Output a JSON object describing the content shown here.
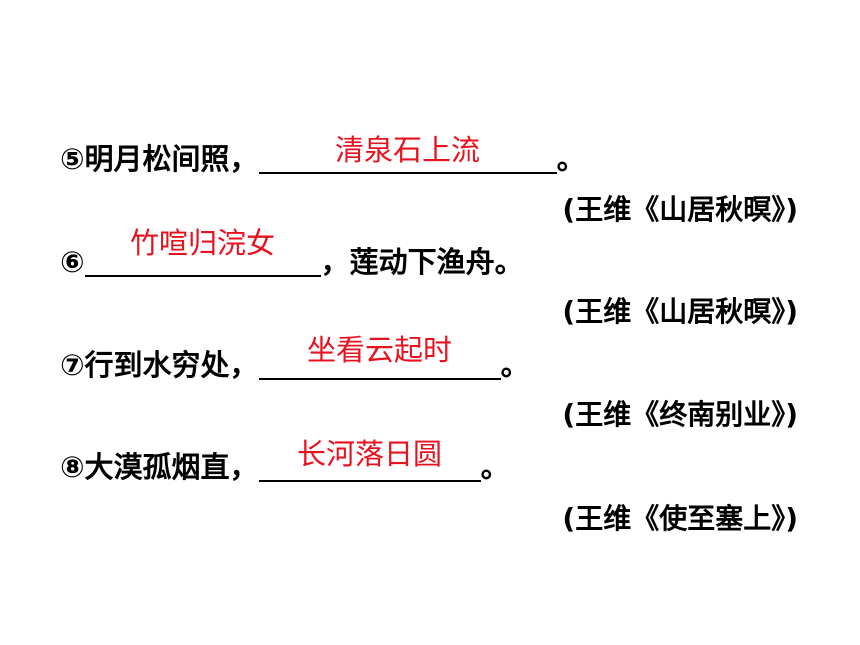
{
  "colors": {
    "answer": "#e8121f",
    "text": "#000000"
  },
  "items": [
    {
      "before": "⑤明月松间照，",
      "answer": "清泉石上流",
      "after": "。",
      "source": "(王维《山居秋暝》)"
    },
    {
      "before": "⑥",
      "answer": "竹喧归浣女",
      "after": "，莲动下渔舟。",
      "source": "(王维《山居秋暝》)"
    },
    {
      "before": "⑦行到水穷处，",
      "answer": "坐看云起时",
      "after": "。",
      "source": "(王维《终南别业》)"
    },
    {
      "before": "⑧大漠孤烟直，",
      "answer": "长河落日圆",
      "after": "。",
      "source": "(王维《使至塞上》)"
    }
  ]
}
